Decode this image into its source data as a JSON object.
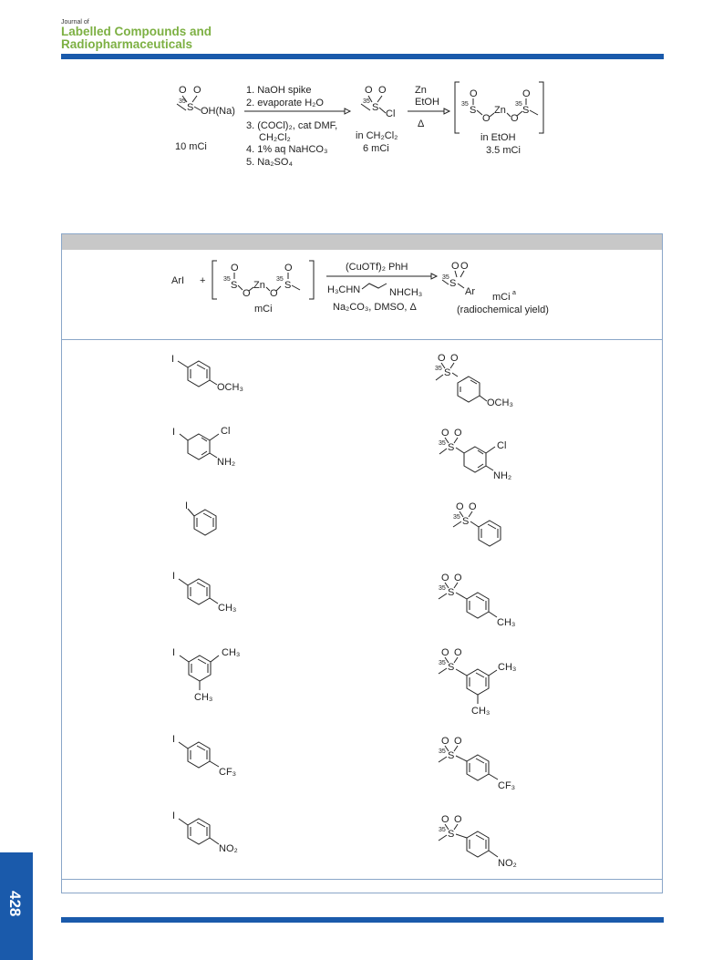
{
  "journal": {
    "prefix": "Journal of",
    "line1": "Labelled Compounds and",
    "line2": "Radiopharmaceuticals"
  },
  "page_number": "428",
  "colors": {
    "brand_blue": "#1a5aab",
    "brand_green": "#7db043",
    "table_header": "#c8c8c8"
  },
  "scheme1": {
    "start_amount": "10 mCi",
    "steps_a": [
      "1. NaOH spike",
      "2. evaporate H₂O"
    ],
    "steps_b": [
      "3. (COCl)₂, cat DMF,",
      "CH₂Cl₂",
      "4. 1% aq NaHCO₃",
      "5. Na₂SO₄"
    ],
    "chloride_solvent": "in CH₂Cl₂",
    "chloride_amount": "6 mCi",
    "zn_reagent": "Zn",
    "zn_solvent": "EtOH",
    "heat": "Δ",
    "product_solvent": "in EtOH",
    "product_amount": "3.5 mCi"
  },
  "scheme2": {
    "reactant": "ArI",
    "plus": "+",
    "reagent_amount": "mCi",
    "cond_top": "(CuOTf)₂ PhH",
    "cond_ligand_left": "H₃CHN",
    "cond_ligand_right": "NHCH₃",
    "cond_bottom": "Na₂CO₃, DMSO, Δ",
    "product_amount": "mCi",
    "product_footnote": "a",
    "yield_label": "(radiochemical yield)"
  },
  "common": {
    "iodo": "I",
    "isotope": "35",
    "sulfur": "S",
    "oxygen": "O",
    "chloro": "Cl",
    "methyl_s": "CH₃"
  },
  "substituents": {
    "methoxy": "OCH₃",
    "chloro": "Cl",
    "amino": "NH₂",
    "methyl": "CH₃",
    "trifluoromethyl": "CF₃",
    "nitro": "NO₂"
  },
  "table_rows": [
    {
      "substrate": "4-iodoanisole",
      "product": "methyl 4-methoxyphenyl sulfone"
    },
    {
      "substrate": "2-chloro-4-iodoaniline",
      "product": "sulfonyl chloroaniline"
    },
    {
      "substrate": "iodobenzene",
      "product": "methyl phenyl sulfone"
    },
    {
      "substrate": "4-iodotoluene",
      "product": "methyl p-tolyl sulfone"
    },
    {
      "substrate": "3,5-dimethyliodobenzene",
      "product": "methyl 3,5-xylyl sulfone"
    },
    {
      "substrate": "4-iodobenzotrifluoride",
      "product": "methyl 4-CF3-phenyl sulfone"
    },
    {
      "substrate": "4-iodonitrobenzene",
      "product": "methyl 4-nitrophenyl sulfone"
    }
  ]
}
